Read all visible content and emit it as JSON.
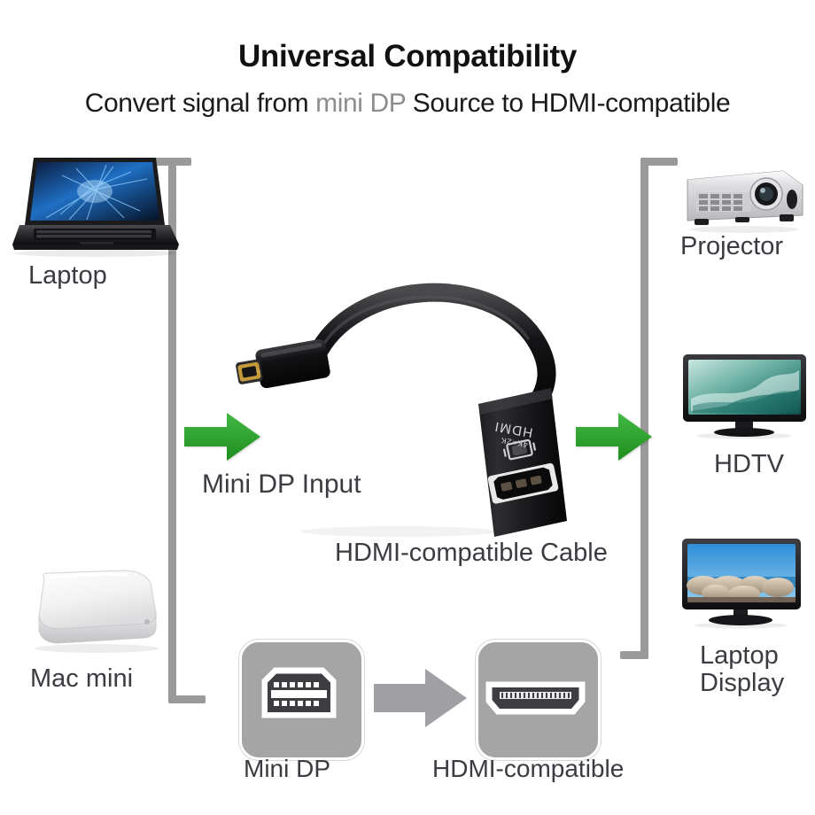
{
  "header": {
    "title": "Universal Compatibility",
    "subtitle_part1": "Convert signal from ",
    "subtitle_highlight": "mini DP",
    "subtitle_part2": " Source to HDMI-compatible"
  },
  "sources": {
    "bracket_label": "input-sources",
    "items": [
      {
        "id": "laptop",
        "label": "Laptop"
      },
      {
        "id": "mac-mini",
        "label": "Mac mini"
      }
    ],
    "arrow_label": "Mini DP Input"
  },
  "product": {
    "label": "HDMI-compatible Cable",
    "port_text_main": "HDMI",
    "port_text_spec": "4K×2K"
  },
  "outputs": {
    "items": [
      {
        "id": "projector",
        "label": "Projector"
      },
      {
        "id": "hdtv",
        "label": "HDTV"
      },
      {
        "id": "laptop-display",
        "label_line1": "Laptop",
        "label_line2": "Display"
      }
    ]
  },
  "connectors": {
    "source": {
      "label": "Mini DP",
      "icon": "mini-displayport-icon"
    },
    "target": {
      "label": "HDMI-compatible",
      "icon": "hdmi-icon"
    },
    "arrow": "arrow-right-icon"
  },
  "colors": {
    "arrow_green": "#2fa52f",
    "bracket_gray": "#9a9a9a",
    "text_dark": "#3b3b41",
    "muted_gray": "#8d8d8d",
    "card_gray": "#a5a5a5",
    "background": "#ffffff"
  }
}
